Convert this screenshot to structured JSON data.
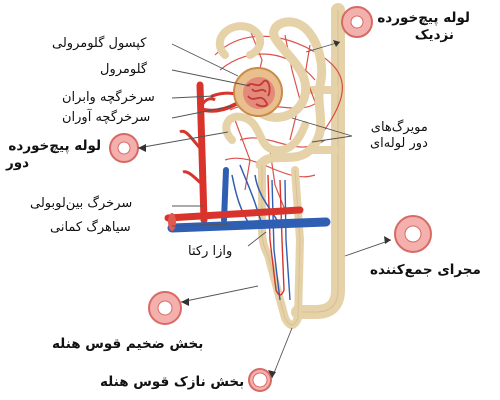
{
  "labels": {
    "bowman_capsule": "کپسول گلومرولی",
    "glomerulus": "گلومرول",
    "efferent_arteriole": "سرخرگچه وابران",
    "afferent_arteriole": "سرخرگچه آوران",
    "proximal_tubule_line1": "لوله پیچ‌خورده",
    "proximal_tubule_line2": "نزدیک",
    "peritubular_line1": "مویرگ‌های",
    "peritubular_line2": "دور لوله‌ای",
    "distal_tubule_line1": "لوله پیچ‌خورده",
    "distal_tubule_line2": "دور",
    "interlobular_artery": "سرخرگ بین‌لوبولی",
    "arcuate_vein": "سیاهرگ کمانی",
    "vasa_recta": "وازا رکتا",
    "collecting_duct": "مجرای جمع‌کننده",
    "thick_loop": "بخش ضخیم قوس هنله",
    "thin_loop": "بخش نازک قوس هنله"
  },
  "colors": {
    "artery": "#d8342b",
    "vein": "#2f5fb3",
    "tubule": "#e6d2a8",
    "tubule_outline": "#c9b185",
    "crosssection": "#f2a4a4"
  }
}
